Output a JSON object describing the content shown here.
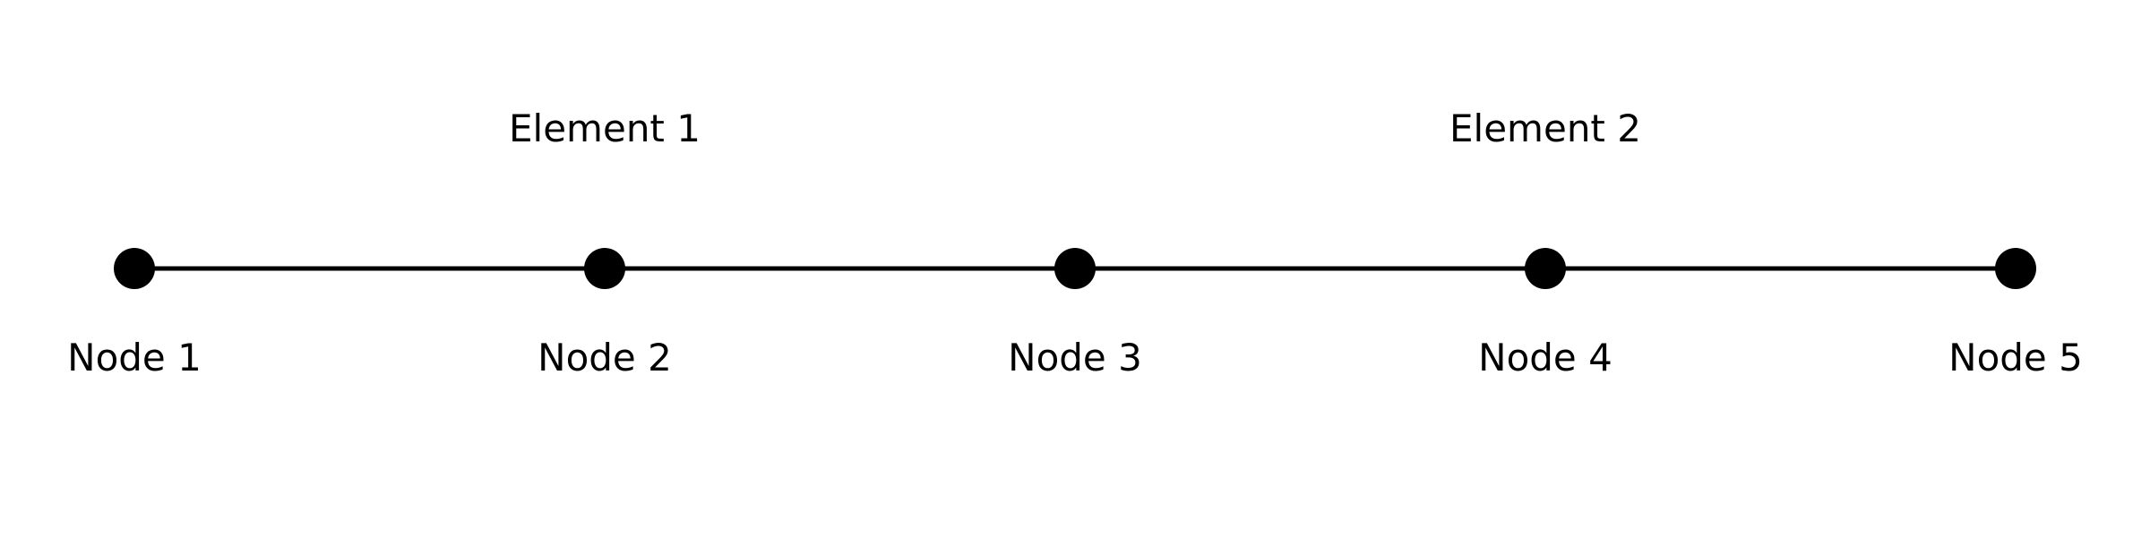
{
  "nodes": [
    {
      "label": "Node 1"
    },
    {
      "label": "Node 2"
    },
    {
      "label": "Node 3"
    },
    {
      "label": "Node 4"
    },
    {
      "label": "Node 5"
    }
  ],
  "elements": [
    {
      "label": "Element 1",
      "from": 0,
      "to": 2
    },
    {
      "label": "Element 2",
      "from": 2,
      "to": 4
    }
  ],
  "colors": {
    "line": "#000000",
    "node": "#000000",
    "text": "#000000",
    "background": "#ffffff"
  }
}
